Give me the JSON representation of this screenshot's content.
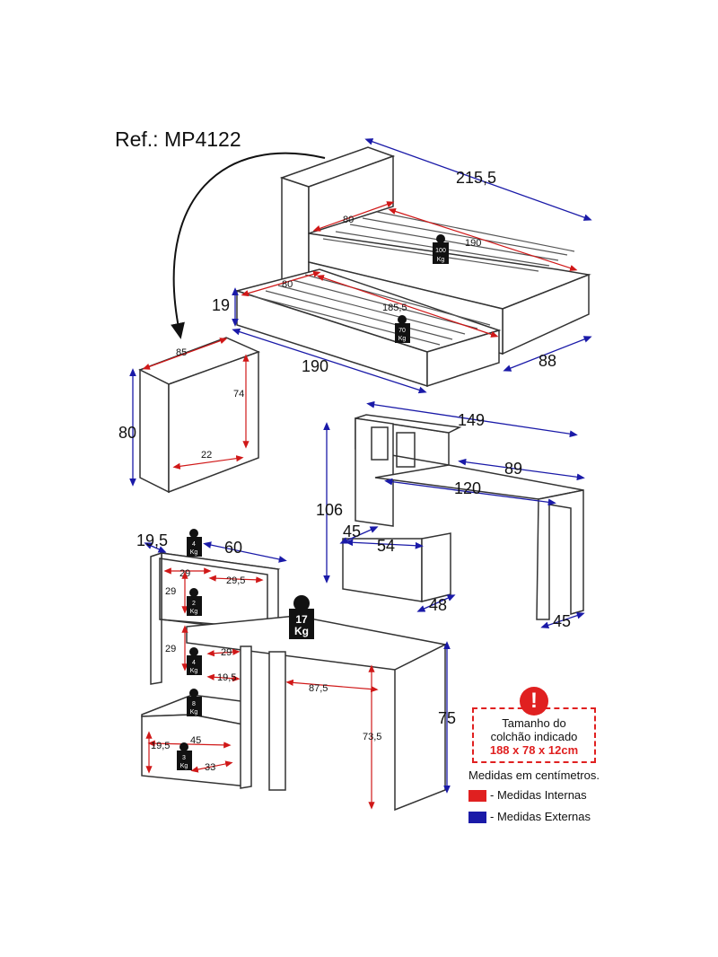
{
  "reference": "Ref.: MP4122",
  "bed": {
    "outer_length": "215,5",
    "outer_depth": "88",
    "mattress_width_top": "80",
    "mattress_length_top": "190",
    "load_top": [
      "100",
      "Kg"
    ],
    "trundle_height": "19",
    "trundle_width": "80",
    "trundle_inner_length": "185,5",
    "trundle_outer_length": "190",
    "load_trundle": [
      "70",
      "Kg"
    ]
  },
  "headboard": {
    "width": "85",
    "height_outer": "80",
    "height_inner": "74",
    "depth_inner": "22"
  },
  "desk_outer": {
    "total_width": "149",
    "shelf_width": "89",
    "top_width": "120",
    "height": "106",
    "drawer_depth": "45",
    "drawer_width": "54",
    "drawer_height": "48",
    "side_depth": "45"
  },
  "desk_inner": {
    "shelf_depth": "19,5",
    "shelf_width": "60",
    "niche_w1": "29",
    "niche_w2": "29,5",
    "niche_h1": "29",
    "niche_h2": "29",
    "niche_w3": "29",
    "niche_depth": "19,5",
    "under_top_width": "87,5",
    "under_top_height": "73,5",
    "total_height": "75",
    "drawer_width": "45",
    "drawer_height": "19,5",
    "drawer_depth": "33",
    "loads": [
      [
        "4",
        "Kg"
      ],
      [
        "2",
        "Kg"
      ],
      [
        "4",
        "Kg"
      ],
      [
        "8",
        "Kg"
      ],
      [
        "3",
        "Kg"
      ],
      [
        "17",
        "Kg"
      ]
    ]
  },
  "note": {
    "line1": "Tamanho do",
    "line2": "colchão indicado",
    "line3": "188 x 78 x 12cm",
    "alert_icon": "!"
  },
  "legend": {
    "title": "Medidas em centímetros.",
    "internal": "- Medidas Internas",
    "external": "- Medidas Externas",
    "internal_color": "#e02020",
    "external_color": "#1a1aa8"
  }
}
